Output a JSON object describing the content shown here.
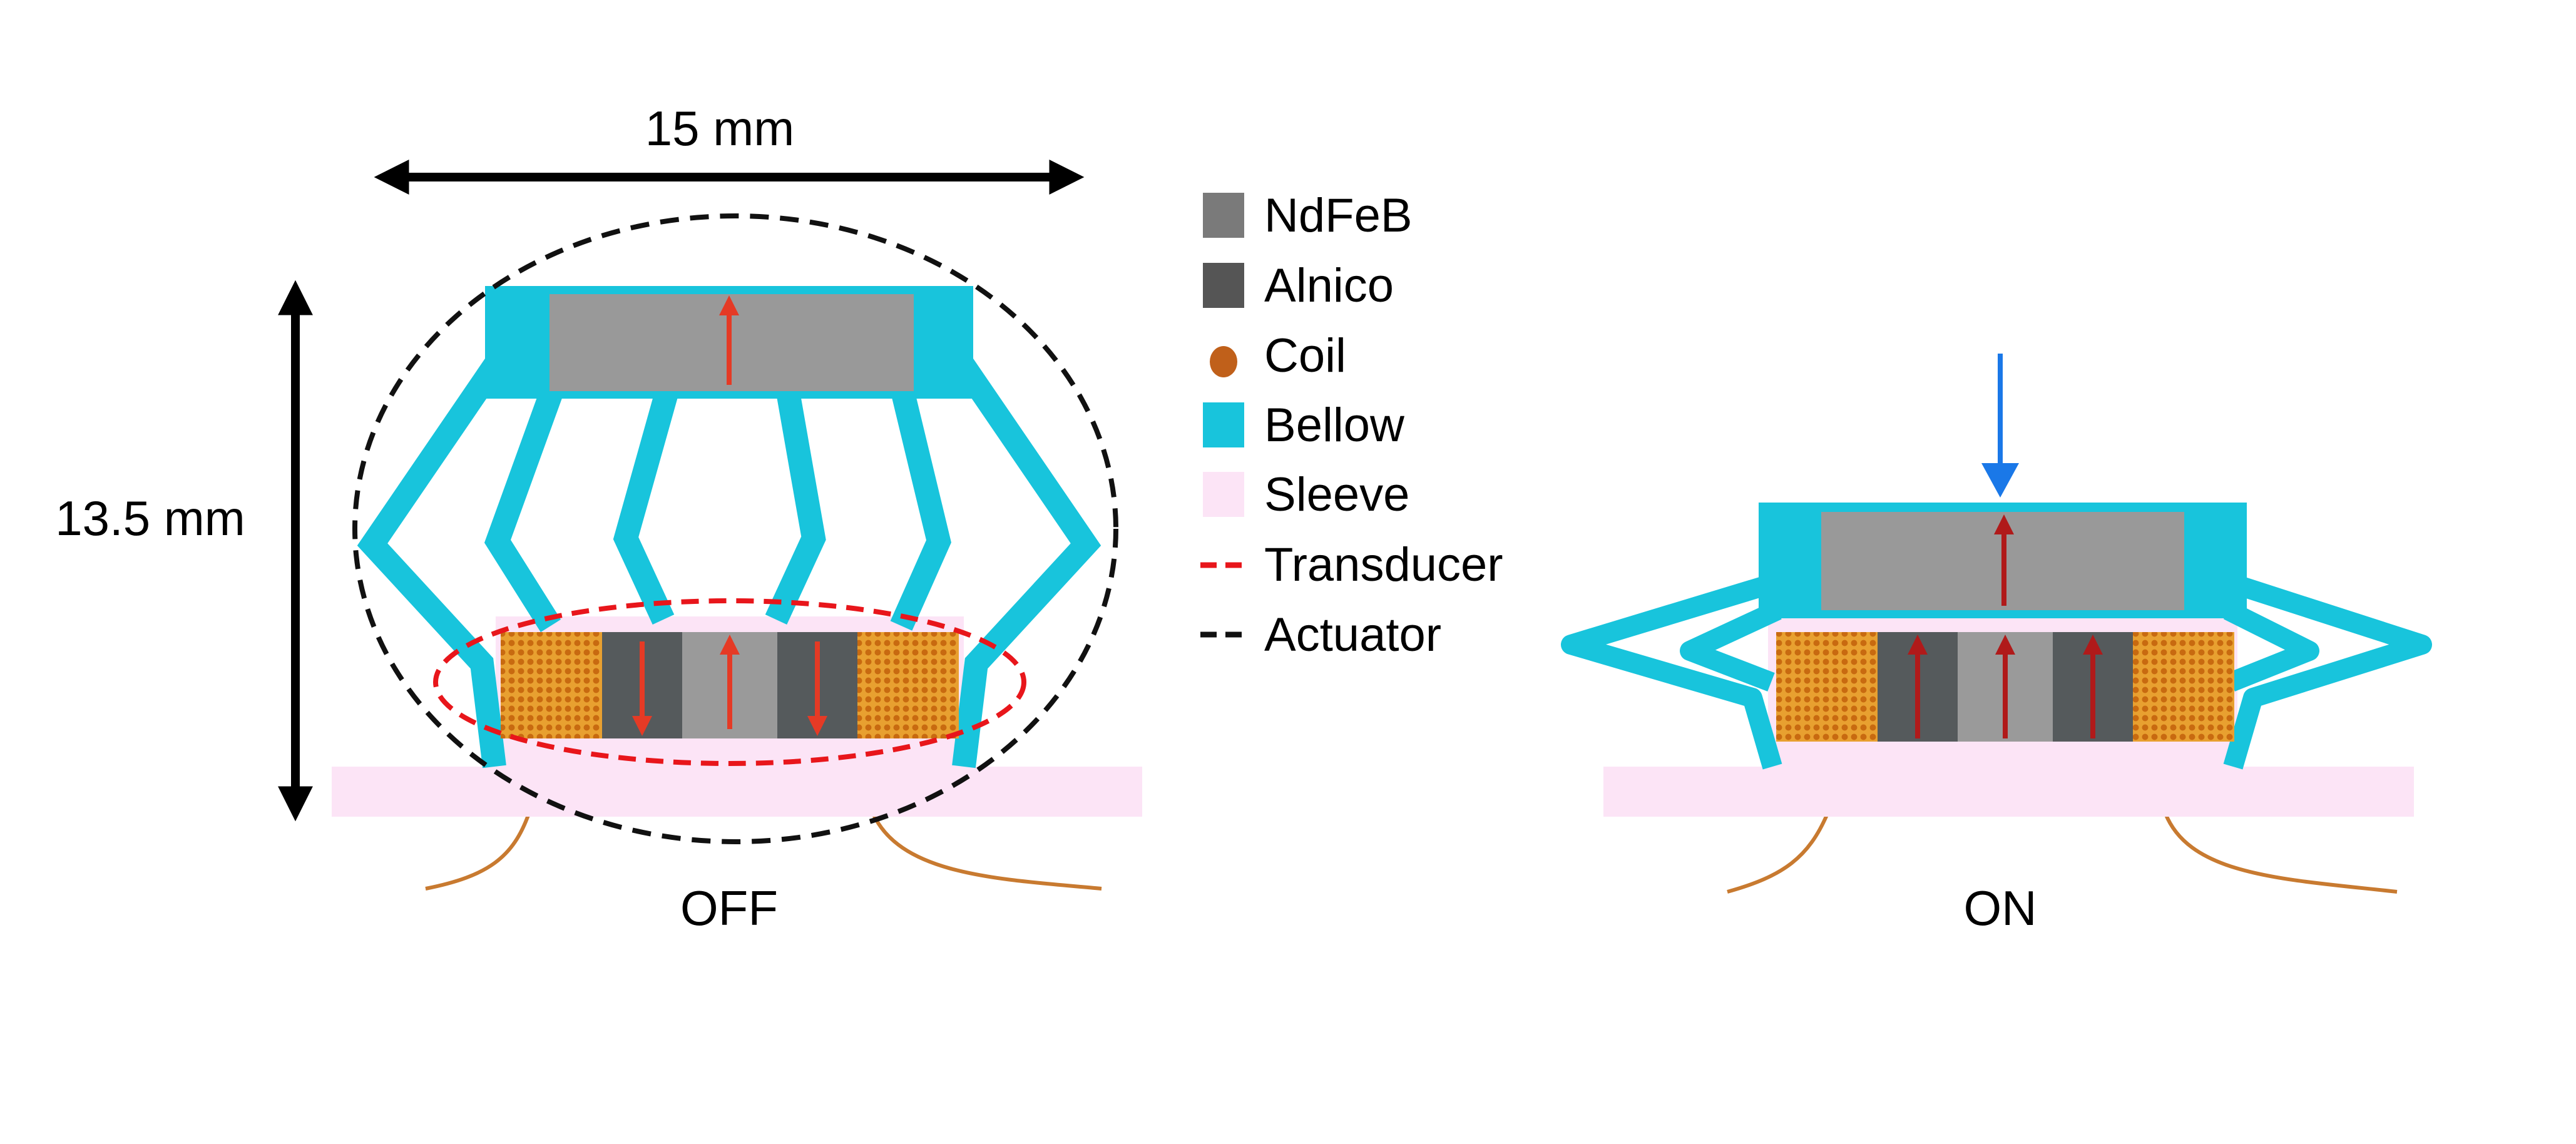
{
  "dimensions": {
    "width_label": "15 mm",
    "height_label": "13.5 mm"
  },
  "states": {
    "off_label": "OFF",
    "on_label": "ON"
  },
  "legend": [
    {
      "label": "NdFeB",
      "swatch": "square",
      "color": "#7a7a7a"
    },
    {
      "label": "Alnico",
      "swatch": "square",
      "color": "#555555"
    },
    {
      "label": "Coil",
      "swatch": "dot",
      "color": "#c0601a"
    },
    {
      "label": "Bellow",
      "swatch": "square",
      "color": "#18c4dc"
    },
    {
      "label": "Sleeve",
      "swatch": "square",
      "color": "#fce4f6"
    },
    {
      "label": "Transducer",
      "swatch": "dashed-line",
      "color": "#e8161b"
    },
    {
      "label": "Actuator",
      "swatch": "dashed-line",
      "color": "#111111"
    }
  ],
  "colors": {
    "bellow": "#18c4dc",
    "ndfeb": "#999999",
    "alnico": "#555a5c",
    "alnico_center": "#9a9a9a",
    "coil": "#e08a1e",
    "coil_dot": "#c0601a",
    "sleeve": "#fce4f6",
    "wire": "#c87a30",
    "magnetization_arrow": "#e53a25",
    "magnetization_arrow_on": "#b01a1a",
    "force_arrow": "#1a78e8",
    "transducer_outline": "#e8161b",
    "actuator_outline": "#111111"
  }
}
